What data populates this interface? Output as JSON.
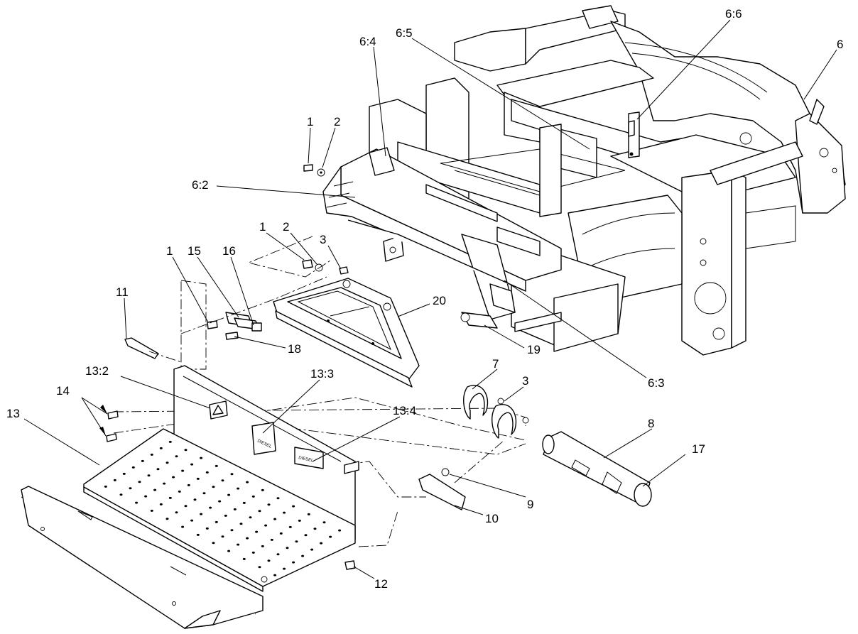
{
  "callouts": {
    "c1a": "1",
    "c2a": "2",
    "c1b": "1",
    "c2b": "2",
    "c3b": "3",
    "c1c": "1",
    "c15": "15",
    "c16": "16",
    "c11": "11",
    "c18": "18",
    "c20": "20",
    "c19": "19",
    "c6_2": "6:2",
    "c6_3": "6:3",
    "c6_4": "6:4",
    "c6_5": "6:5",
    "c6_6": "6:6",
    "c6": "6",
    "c13_2": "13:2",
    "c13_3": "13:3",
    "c13_4": "13:4",
    "c14": "14",
    "c13": "13",
    "c12": "12",
    "c7": "7",
    "c3c": "3",
    "c8": "8",
    "c17": "17",
    "c9": "9",
    "c10": "10"
  },
  "decals": {
    "diesel_a": "DIESEL",
    "diesel_b": "DIESEL"
  },
  "icons": [
    "warning-triangle-decal"
  ]
}
